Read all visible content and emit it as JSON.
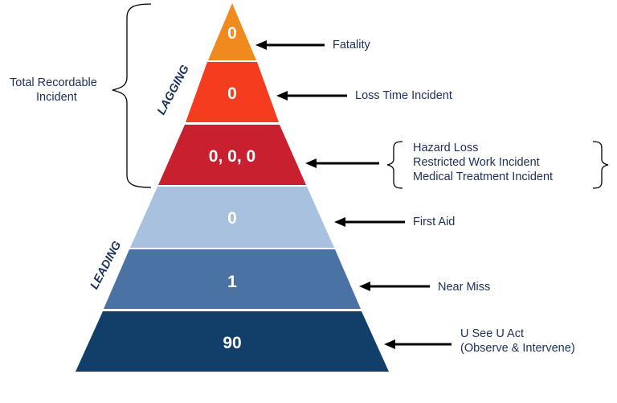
{
  "pyramid": {
    "tiers": [
      {
        "value": "0",
        "color": "#f08a1f"
      },
      {
        "value": "0",
        "color": "#f33d1e"
      },
      {
        "value": "0, 0, 0",
        "color": "#c8202e"
      },
      {
        "value": "0",
        "color": "#a7c1df"
      },
      {
        "value": "1",
        "color": "#4a73a3"
      },
      {
        "value": "90",
        "color": "#113f6a"
      }
    ]
  },
  "labels": {
    "fatality": "Fatality",
    "loss_time": "Loss Time Incident",
    "hazard_loss": "Hazard Loss",
    "restricted_work": "Restricted Work Incident",
    "medical_treatment": "Medical Treatment Incident",
    "first_aid": "First Aid",
    "near_miss": "Near Miss",
    "u_see_line1": "U See U Act",
    "u_see_line2": "(Observe & Intervene)"
  },
  "side": {
    "total_recordable_line1": "Total Recordable",
    "total_recordable_line2": "Incident",
    "lagging": "LAGGING",
    "leading": "LEADING"
  },
  "colors": {
    "text": "#1c2f5a",
    "arrow": "#000000"
  }
}
